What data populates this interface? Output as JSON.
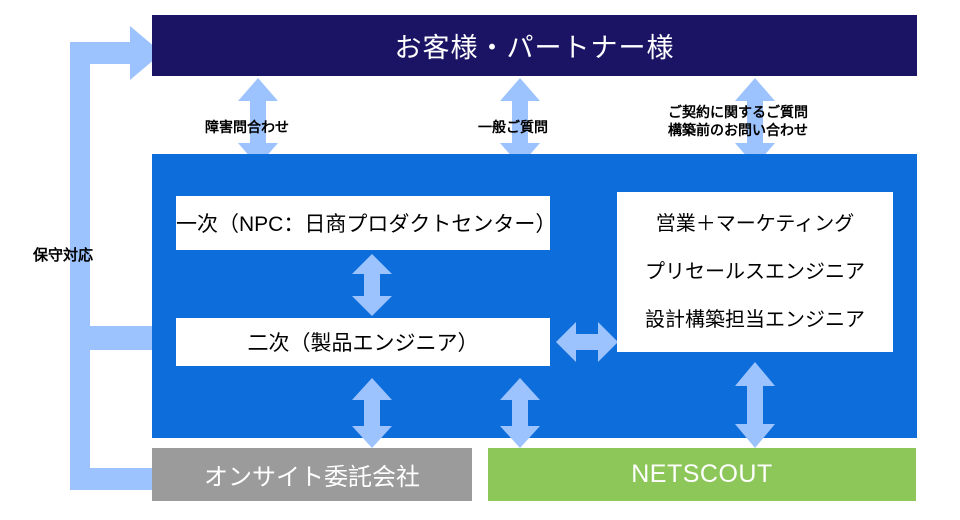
{
  "diagram": {
    "title_banner": {
      "label": "お客様・パートナー様"
    },
    "support_flow_labels": {
      "fault": "障害問合わせ",
      "general": "一般ご質問",
      "contract_line1": "ご契約に関するご質問",
      "contract_line2": "構築前のお問い合わせ",
      "maintenance": "保守対応"
    },
    "tiers": {
      "primary": "一次（NPC：日商プロダクトセンター）",
      "secondary": "二次（製品エンジニア）"
    },
    "sales_group": {
      "lines": [
        "営業＋マーケティング",
        "プリセールスエンジニア",
        "設計構築担当エンジニア"
      ]
    },
    "partners": {
      "onsite": "オンサイト委託会社",
      "vendor": "NETSCOUT"
    },
    "colors": {
      "banner_navy": "#1b1464",
      "panel_blue": "#0d6edb",
      "arrow_light_blue": "#9dc3fe",
      "onsite_gray": "#9b9b9b",
      "netscout_green": "#8dc75a",
      "box_white": "#ffffff",
      "text_black": "#000000"
    }
  }
}
